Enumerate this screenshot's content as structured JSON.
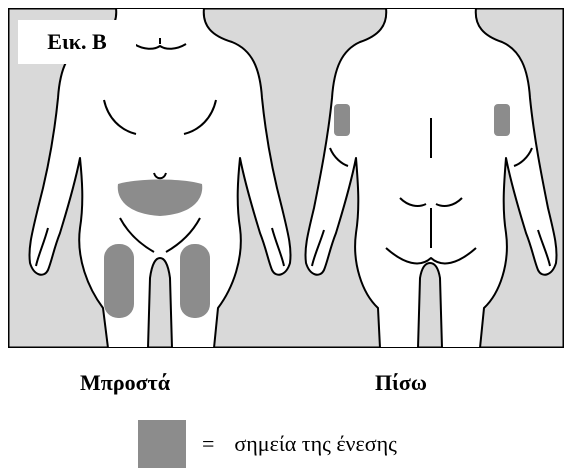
{
  "figure": {
    "tag": "Εικ. B"
  },
  "captions": {
    "front": "Μπροστά",
    "back": "Πίσω"
  },
  "legend": {
    "equals": "=",
    "label": "σημεία της ένεσης",
    "swatch_color": "#8c8c8c"
  },
  "colors": {
    "background": "#d9d9d9",
    "body_fill": "#ffffff",
    "outline": "#000000",
    "injection_site": "#8c8c8c"
  },
  "views": [
    "front",
    "back"
  ]
}
